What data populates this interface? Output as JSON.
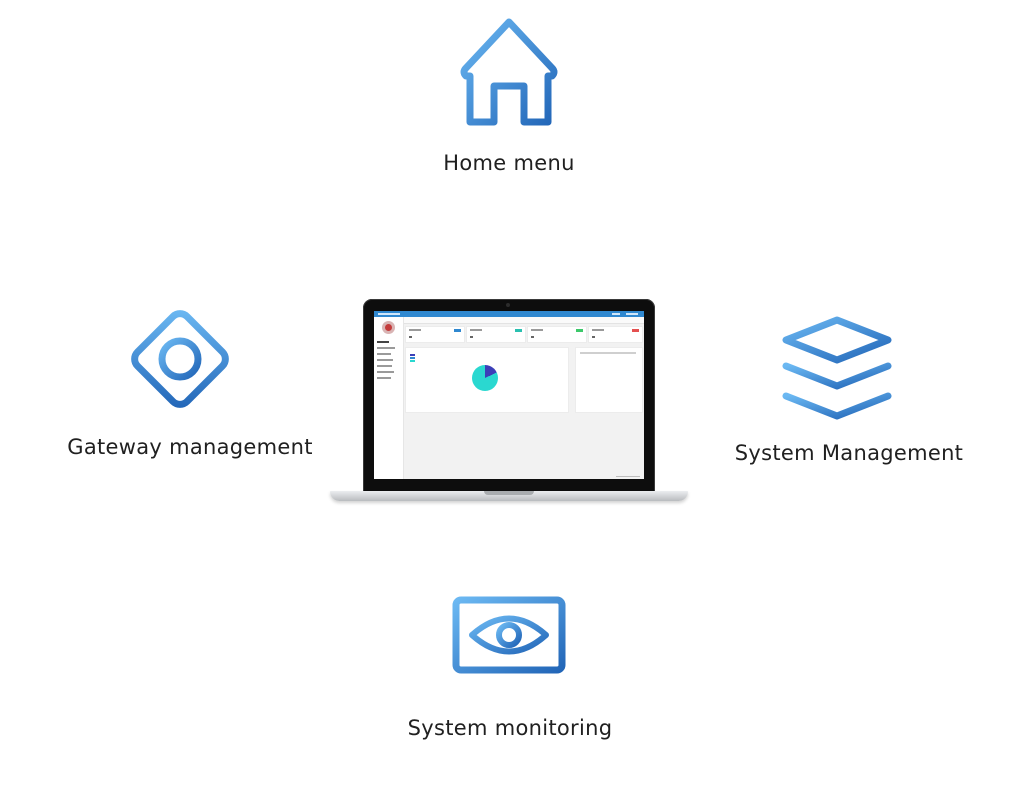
{
  "features": {
    "home": {
      "label": "Home menu",
      "icon": "house-icon"
    },
    "gateway": {
      "label": "Gateway management",
      "icon": "diamond-target-icon"
    },
    "system_management": {
      "label": "System Management",
      "icon": "layers-icon"
    },
    "monitoring": {
      "label": "System monitoring",
      "icon": "monitor-eye-icon"
    }
  },
  "colors": {
    "icon_gradient_start": "#6bb8f2",
    "icon_gradient_end": "#2266b8",
    "text": "#202020",
    "screen_header": "#2f88d0"
  },
  "device": {
    "type": "laptop",
    "screen": "dashboard-preview"
  }
}
